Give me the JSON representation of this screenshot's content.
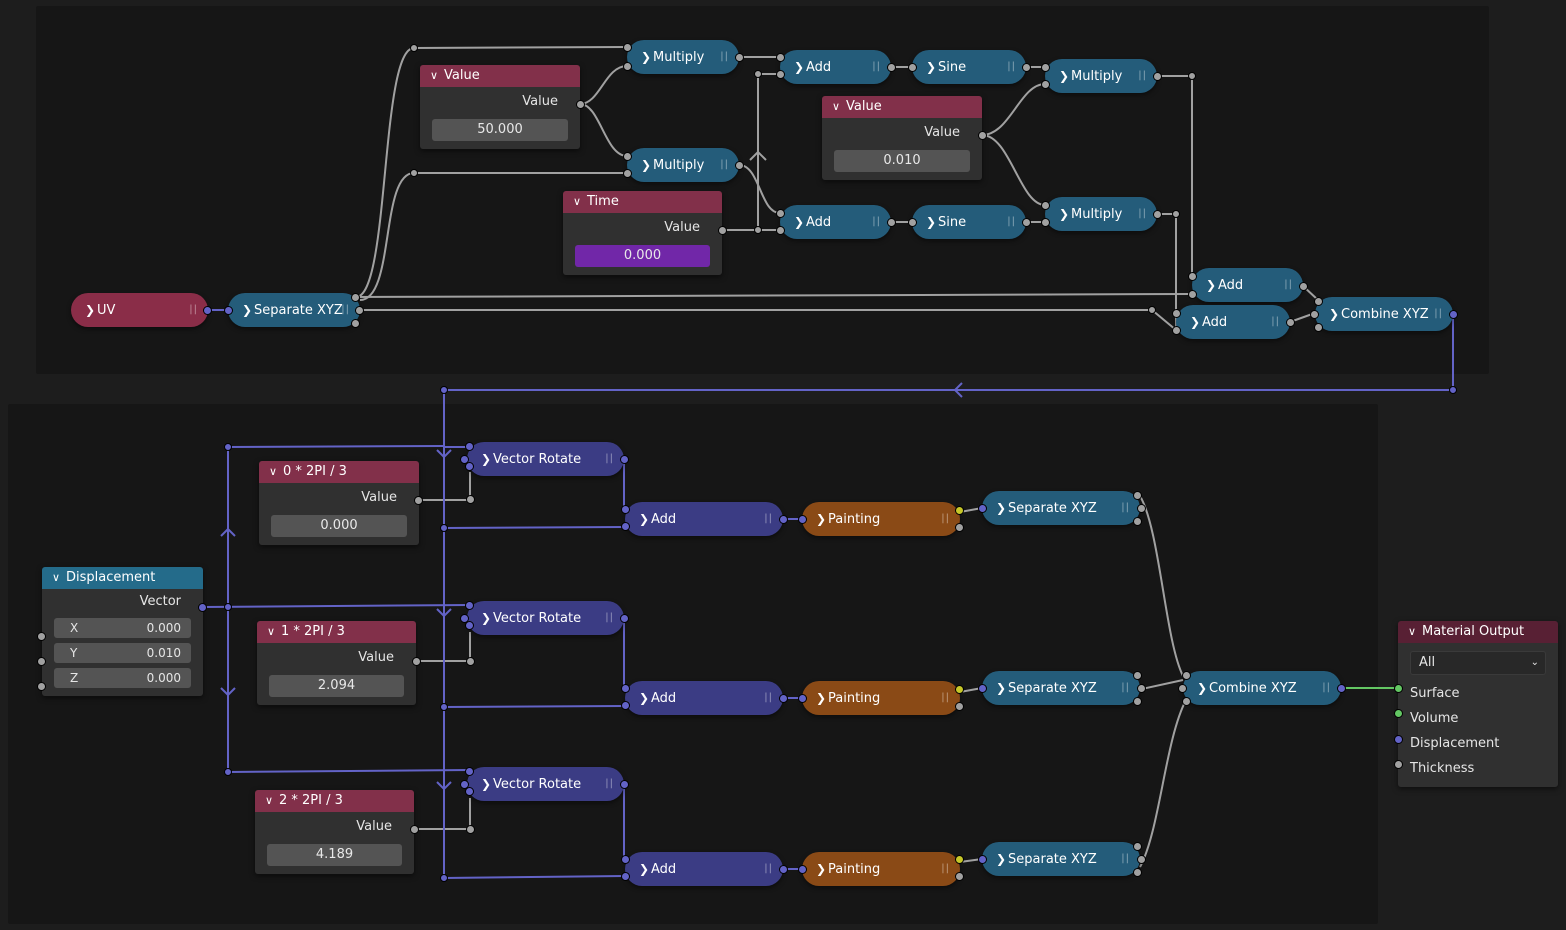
{
  "colors": {
    "wire_float": "#a1a1a1",
    "wire_vector": "#6363c7",
    "wire_shader": "#63c763",
    "socket_color": "#c7c729",
    "math_node": "#245c7a",
    "vector_node": "#3b3c84",
    "painting_group": "#8a4a16",
    "input_header": "#82304a"
  },
  "top_frame": {
    "uv": "UV",
    "separate_xyz": "Separate XYZ",
    "value_node_a": {
      "title": "Value",
      "socket": "Value",
      "field": "50.000"
    },
    "value_node_b": {
      "title": "Value",
      "socket": "Value",
      "field": "0.010"
    },
    "time_node": {
      "title": "Time",
      "socket": "Value",
      "field": "0.000"
    },
    "multiply_1": "Multiply",
    "multiply_2": "Multiply",
    "add_1": "Add",
    "add_2": "Add",
    "sine_1": "Sine",
    "sine_2": "Sine",
    "multiply_3": "Multiply",
    "multiply_4": "Multiply",
    "add_3": "Add",
    "add_4": "Add",
    "combine_xyz": "Combine XYZ"
  },
  "bottom_frame": {
    "displacement": {
      "title": "Displacement",
      "socket": "Vector",
      "x_label": "X",
      "x_value": "0.000",
      "y_label": "Y",
      "y_value": "0.010",
      "z_label": "Z",
      "z_value": "0.000"
    },
    "rows": [
      {
        "angle_title": "0 * 2PI / 3",
        "angle_socket": "Value",
        "angle_value": "0.000",
        "rotate": "Vector Rotate",
        "add": "Add",
        "painting": "Painting",
        "separate": "Separate XYZ"
      },
      {
        "angle_title": "1 * 2PI / 3",
        "angle_socket": "Value",
        "angle_value": "2.094",
        "rotate": "Vector Rotate",
        "add": "Add",
        "painting": "Painting",
        "separate": "Separate XYZ"
      },
      {
        "angle_title": "2 * 2PI / 3",
        "angle_socket": "Value",
        "angle_value": "4.189",
        "rotate": "Vector Rotate",
        "add": "Add",
        "painting": "Painting",
        "separate": "Separate XYZ"
      }
    ],
    "combine_xyz": "Combine XYZ",
    "material_output": {
      "title": "Material Output",
      "target": "All",
      "inputs": [
        "Surface",
        "Volume",
        "Displacement",
        "Thickness"
      ]
    }
  }
}
